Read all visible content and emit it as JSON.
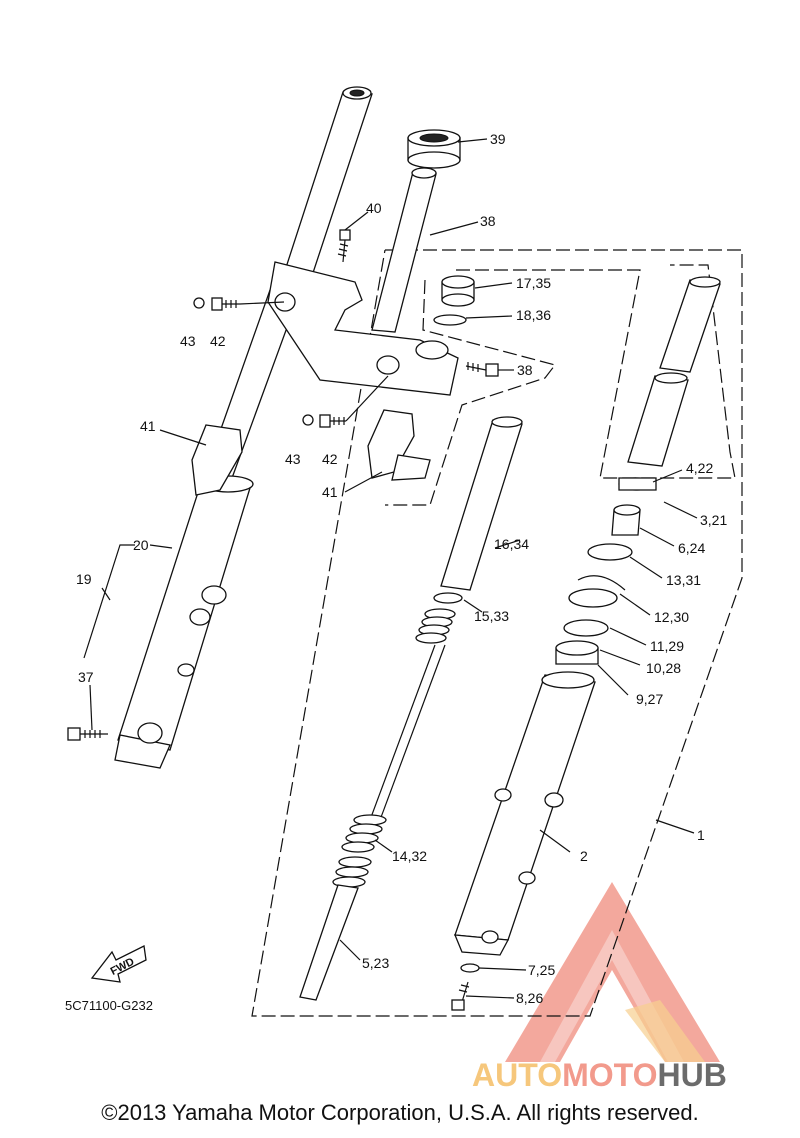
{
  "diagram": {
    "drawing_code": "5C71100-G232",
    "fwd_label": "FWD",
    "copyright": "©2013 Yamaha Motor Corporation, U.S.A. All rights reserved.",
    "watermark": {
      "part1": "AUTO",
      "part2": "MOTO",
      "part3": "HUB",
      "logo_color": "#f29a8c",
      "accent_color": "#f6c77c"
    },
    "callouts": [
      {
        "id": "c39",
        "text": "39"
      },
      {
        "id": "c40",
        "text": "40"
      },
      {
        "id": "c38a",
        "text": "38"
      },
      {
        "id": "c17",
        "text": "17,35"
      },
      {
        "id": "c18",
        "text": "18,36"
      },
      {
        "id": "c38b",
        "text": "38"
      },
      {
        "id": "c43a",
        "text": "43"
      },
      {
        "id": "c42a",
        "text": "42"
      },
      {
        "id": "c43b",
        "text": "43"
      },
      {
        "id": "c42b",
        "text": "42"
      },
      {
        "id": "c41a",
        "text": "41"
      },
      {
        "id": "c41b",
        "text": "41"
      },
      {
        "id": "c4",
        "text": "4,22"
      },
      {
        "id": "c3",
        "text": "3,21"
      },
      {
        "id": "c6",
        "text": "6,24"
      },
      {
        "id": "c16",
        "text": "16,34"
      },
      {
        "id": "c13",
        "text": "13,31"
      },
      {
        "id": "c20",
        "text": "20"
      },
      {
        "id": "c19",
        "text": "19"
      },
      {
        "id": "c15",
        "text": "15,33"
      },
      {
        "id": "c12",
        "text": "12,30"
      },
      {
        "id": "c11",
        "text": "11,29"
      },
      {
        "id": "c10",
        "text": "10,28"
      },
      {
        "id": "c37",
        "text": "37"
      },
      {
        "id": "c9",
        "text": "9,27"
      },
      {
        "id": "c1",
        "text": "1"
      },
      {
        "id": "c14",
        "text": "14,32"
      },
      {
        "id": "c2",
        "text": "2"
      },
      {
        "id": "c5",
        "text": "5,23"
      },
      {
        "id": "c7",
        "text": "7,25"
      },
      {
        "id": "c8",
        "text": "8,26"
      }
    ]
  }
}
